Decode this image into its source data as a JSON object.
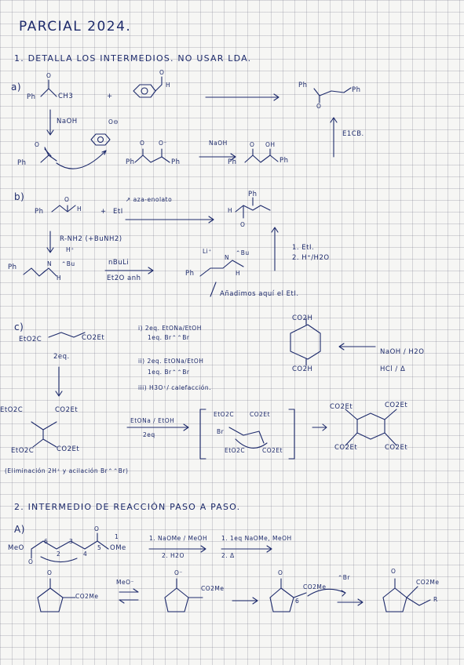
{
  "title": "PARCIAL 2024.",
  "q1": {
    "heading": "1. DETALLA LOS INTERMEDIOS. NO USAR LDA.",
    "a": {
      "label": "a)",
      "r1_ph": "Ph",
      "r1_ch3": "CH3",
      "r1_o": "O",
      "plus": "+",
      "r2_h": "H",
      "r2_o": "O",
      "prod_ph1": "Ph",
      "prod_ph2": "Ph",
      "prod_o": "O",
      "e1cb": "E1CB.",
      "naoh": "NaOH",
      "enol_ph": "Ph",
      "enol_o": "O",
      "int_ph": "Ph",
      "int_ph2": "Ph",
      "int_o1": "O",
      "int_o2": "O⁻",
      "naoh2": "NaOH",
      "aldol_ph": "Ph",
      "aldol_ph2": "Ph",
      "aldol_o": "O",
      "aldol_oh": "OH",
      "arrow_label": "O⊖"
    },
    "b": {
      "label": "b)",
      "r_ph": "Ph",
      "r_h": "H",
      "r_o": "O",
      "plus": "+",
      "eti": "EtI",
      "note_top": "↗ aza-enolato",
      "prod_ph": "Ph",
      "prod_h": "H",
      "prod_o": "O",
      "amine": "R-NH2 (+BuNH2)",
      "hplus": "H⁺",
      "imine_ph": "Ph",
      "imine_n": "N",
      "imine_bu": "⌃Bu",
      "imine_h": "H",
      "nbuli": "nBuLi",
      "et2o": "Et2O anh",
      "aza_li": "Li⁺",
      "aza_n": "N",
      "aza_bu": "⌃Bu",
      "aza_ph": "Ph",
      "aza_h": "H",
      "step1": "1. EtI.",
      "step2": "2. H⁺/H2O",
      "note_bottom": "Añadimos aquí el EtI."
    },
    "c": {
      "label": "c)",
      "left_ester": "EtO2C",
      "right_ester": "CO2Et",
      "eq": "2eq.",
      "cond1a": "i) 2eq. EtONa/EtOH",
      "cond1b": "1eq. Br⌃⌃Br",
      "cond2a": "ii) 2eq. EtONa/EtOH",
      "cond2b": "1eq. Br⌃⌃Br",
      "cond3": "iii) H3O⁺/ calefacción.",
      "acid_top": "CO2H",
      "acid_bottom": "CO2H",
      "hydro1": "NaOH / H2O",
      "hydro2": "HCl / Δ",
      "tetra_ester1": "EtO2C",
      "tetra_ester2": "CO2Et",
      "tetra_ester3": "EtO2C",
      "tetra_ester4": "CO2Et",
      "base": "EtONa / EtOH",
      "base_eq": "2eq",
      "int_ester1": "EtO2C",
      "int_ester2": "CO2Et",
      "int_ester3": "EtO2C",
      "int_ester4": "CO2Et",
      "int_br": "Br",
      "prod_e1": "CO2Et",
      "prod_e2": "CO2Et",
      "prod_e3": "CO2Et",
      "prod_e4": "CO2Et",
      "footnote": "(Eliminación 2H⁺ y acilación  Br⌃⌃Br)"
    }
  },
  "q2": {
    "heading": "2. INTERMEDIO DE REACCIÓN PASO A PASO.",
    "a": {
      "label": "A)",
      "meo": "MeO",
      "ome": "OMe",
      "o_left": "O",
      "o_right": "O",
      "num1": "1",
      "num2": "2",
      "num3": "3",
      "num4": "4",
      "num5": "5",
      "num6": "6",
      "cond1": "1. NaOMe / MeOH",
      "cond2": "2. H2O",
      "cond3": "1. 1eq NaOMe, MeOH",
      "cond4": "2. Δ",
      "k1_o": "O",
      "k1_ester": "CO2Me",
      "meo_minus": "MeO⁻",
      "k2_o": "O⁻",
      "k2_ester": "CO2Me",
      "k3_o": "O",
      "k3_ester": "CO2Me",
      "k3_num": "6",
      "reagent": "⌃Br",
      "k4_o": "O",
      "k4_ester": "CO2Me",
      "k4_r": "R"
    }
  },
  "colors": {
    "ink": "#1d2a6b",
    "paper": "#f6f6f4",
    "grid": "#b4b4c4"
  }
}
